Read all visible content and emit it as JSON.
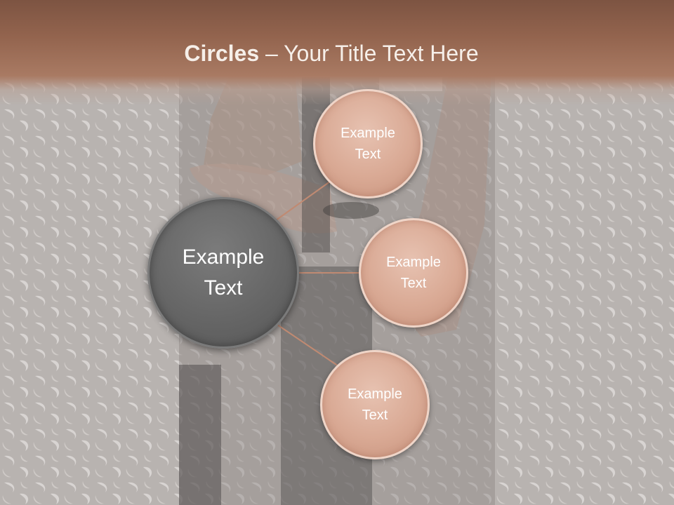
{
  "title": {
    "bold": "Circles",
    "rest": " – Your Title Text Here"
  },
  "colors": {
    "title_bar": "#93644e",
    "center_circle": "#666666",
    "satellite_circle": "#d9a994",
    "connector": "#c08a72",
    "circle_text": "#ffffff"
  },
  "center": {
    "label": "Example\nText"
  },
  "satellites": [
    {
      "label": "Example\nText"
    },
    {
      "label": "Example\nText"
    },
    {
      "label": "Example\nText"
    }
  ]
}
